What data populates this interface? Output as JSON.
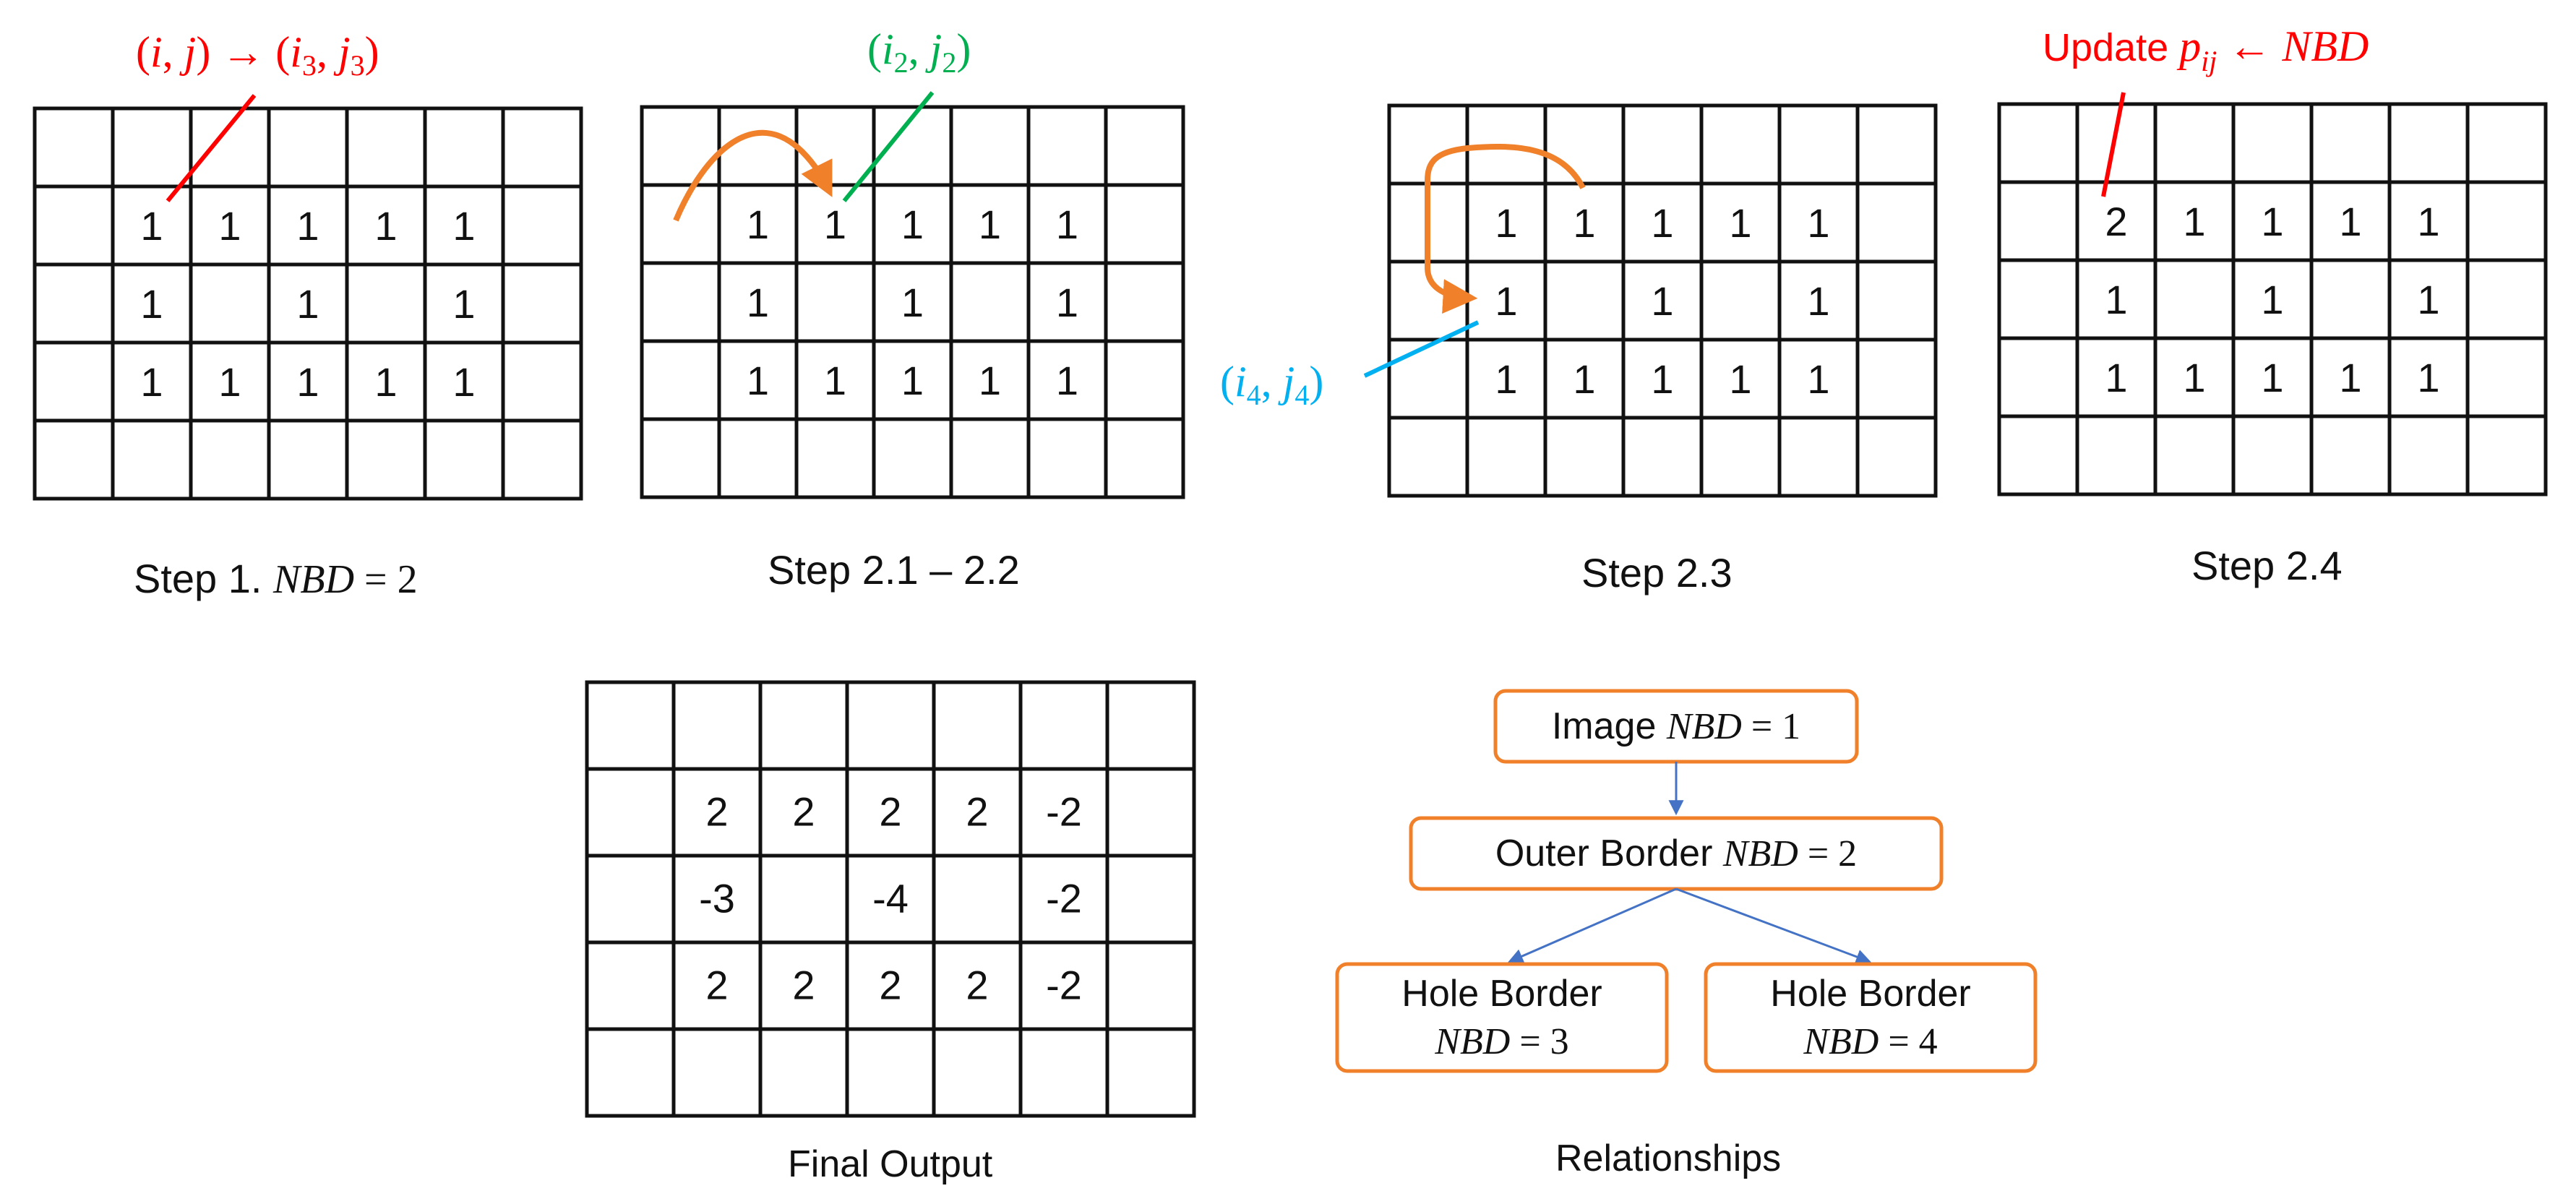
{
  "colors": {
    "red": "#ff0000",
    "green": "#00b050",
    "cyan": "#00b0f0",
    "orange": "#f0802a",
    "blue": "#4472c4",
    "black": "#111111"
  },
  "grids": {
    "step1": {
      "caption": "Step 1.",
      "caption_math": "NBD = 2",
      "cells": [
        [
          "",
          "",
          "",
          "",
          "",
          "",
          ""
        ],
        [
          "",
          "1",
          "1",
          "1",
          "1",
          "1",
          ""
        ],
        [
          "",
          "1",
          "",
          "1",
          "",
          "1",
          ""
        ],
        [
          "",
          "1",
          "1",
          "1",
          "1",
          "1",
          ""
        ],
        [
          "",
          "",
          "",
          "",
          "",
          "",
          ""
        ]
      ],
      "cell_colors": [
        [
          null,
          null,
          null,
          null,
          null,
          null,
          null
        ],
        [
          null,
          "red",
          null,
          null,
          null,
          null,
          null
        ],
        [
          null,
          null,
          null,
          null,
          null,
          null,
          null
        ],
        [
          null,
          null,
          null,
          null,
          null,
          null,
          null
        ],
        [
          null,
          null,
          null,
          null,
          null,
          null,
          null
        ]
      ],
      "annotation": "(i, j) → (i3, j3)"
    },
    "step2_1": {
      "caption": "Step 2.1 – 2.2",
      "cells": [
        [
          "",
          "",
          "",
          "",
          "",
          "",
          ""
        ],
        [
          "",
          "1",
          "1",
          "1",
          "1",
          "1",
          ""
        ],
        [
          "",
          "1",
          "",
          "1",
          "",
          "1",
          ""
        ],
        [
          "",
          "1",
          "1",
          "1",
          "1",
          "1",
          ""
        ],
        [
          "",
          "",
          "",
          "",
          "",
          "",
          ""
        ]
      ],
      "cell_colors": [
        [
          null,
          null,
          null,
          null,
          null,
          null,
          null
        ],
        [
          null,
          "red",
          "green",
          null,
          null,
          null,
          null
        ],
        [
          null,
          null,
          null,
          null,
          null,
          null,
          null
        ],
        [
          null,
          null,
          null,
          null,
          null,
          null,
          null
        ],
        [
          null,
          null,
          null,
          null,
          null,
          null,
          null
        ]
      ],
      "annotation": "(i2, j2)"
    },
    "step2_3": {
      "caption": "Step 2.3",
      "cells": [
        [
          "",
          "",
          "",
          "",
          "",
          "",
          ""
        ],
        [
          "",
          "1",
          "1",
          "1",
          "1",
          "1",
          ""
        ],
        [
          "",
          "1",
          "",
          "1",
          "",
          "1",
          ""
        ],
        [
          "",
          "1",
          "1",
          "1",
          "1",
          "1",
          ""
        ],
        [
          "",
          "",
          "",
          "",
          "",
          "",
          ""
        ]
      ],
      "cell_colors": [
        [
          null,
          null,
          null,
          null,
          null,
          null,
          null
        ],
        [
          null,
          "red",
          "green",
          null,
          null,
          null,
          null
        ],
        [
          null,
          "cyan",
          null,
          null,
          null,
          null,
          null
        ],
        [
          null,
          null,
          null,
          null,
          null,
          null,
          null
        ],
        [
          null,
          null,
          null,
          null,
          null,
          null,
          null
        ]
      ],
      "annotation": "(i4, j4)"
    },
    "step2_4": {
      "caption": "Step 2.4",
      "cells": [
        [
          "",
          "",
          "",
          "",
          "",
          "",
          ""
        ],
        [
          "",
          "2",
          "1",
          "1",
          "1",
          "1",
          ""
        ],
        [
          "",
          "1",
          "",
          "1",
          "",
          "1",
          ""
        ],
        [
          "",
          "1",
          "1",
          "1",
          "1",
          "1",
          ""
        ],
        [
          "",
          "",
          "",
          "",
          "",
          "",
          ""
        ]
      ],
      "cell_colors": [
        [
          null,
          null,
          null,
          null,
          null,
          null,
          null
        ],
        [
          null,
          "red",
          "green",
          null,
          null,
          null,
          null
        ],
        [
          null,
          "cyan",
          null,
          null,
          null,
          null,
          null
        ],
        [
          null,
          null,
          null,
          null,
          null,
          null,
          null
        ],
        [
          null,
          null,
          null,
          null,
          null,
          null,
          null
        ]
      ],
      "annotation_prefix": "Update",
      "annotation_math": "pij ← NBD"
    },
    "final": {
      "caption": "Final Output",
      "cells": [
        [
          "",
          "",
          "",
          "",
          "",
          "",
          ""
        ],
        [
          "",
          "2",
          "2",
          "2",
          "2",
          "-2",
          ""
        ],
        [
          "",
          "-3",
          "",
          "-4",
          "",
          "-2",
          ""
        ],
        [
          "",
          "2",
          "2",
          "2",
          "2",
          "-2",
          ""
        ],
        [
          "",
          "",
          "",
          "",
          "",
          "",
          ""
        ]
      ]
    }
  },
  "relationships": {
    "caption": "Relationships",
    "image": {
      "label": "Image",
      "math": "NBD = 1"
    },
    "outer": {
      "label": "Outer Border",
      "math": "NBD = 2"
    },
    "hole1": {
      "label": "Hole Border",
      "math": "NBD = 3"
    },
    "hole2": {
      "label": "Hole Border",
      "math": "NBD = 4"
    }
  }
}
